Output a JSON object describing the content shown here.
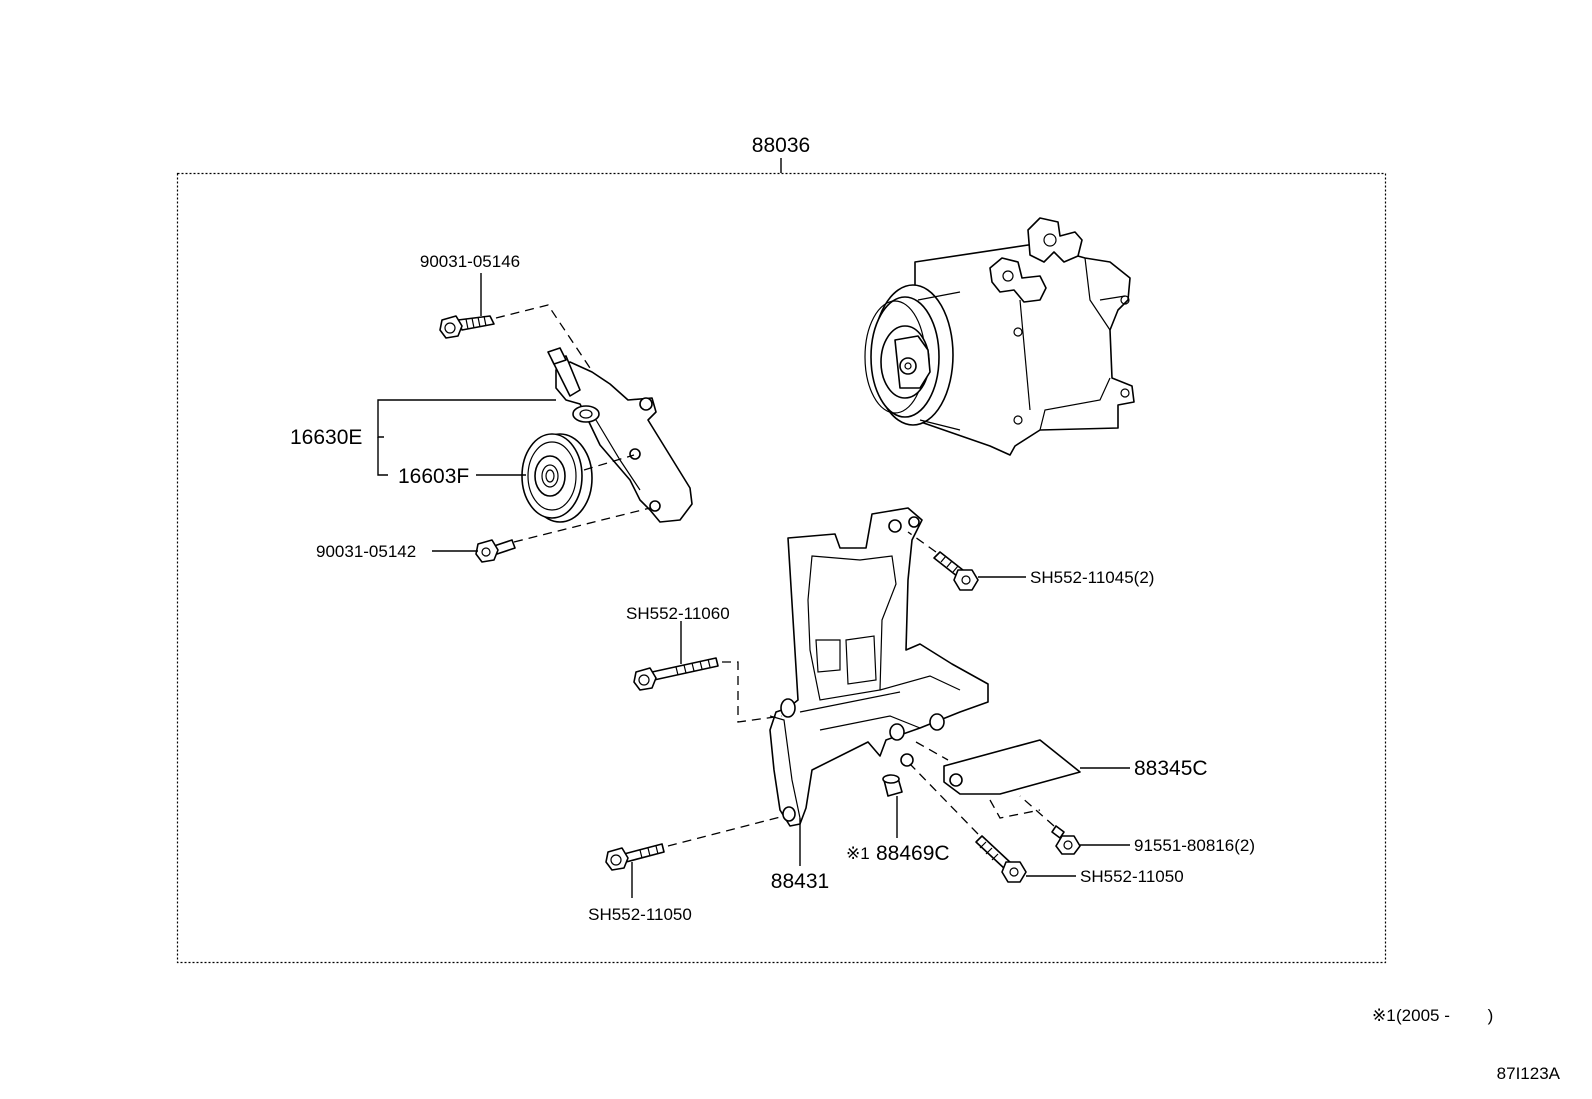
{
  "diagram": {
    "kit_part_number": "88036",
    "labels": {
      "bolt_top": "90031-05146",
      "idler_bracket": "16630E",
      "idler_pulley": "16603F",
      "bolt_pulley": "90031-05142",
      "bracket_bolt_upper": "SH552-11045(2)",
      "bolt_long_left": "SH552-11060",
      "spacer_plate": "88345C",
      "nut_right": "91551-80816(2)",
      "bolt_right_lower": "SH552-11050",
      "collar_note": "※1",
      "collar": "88469C",
      "bracket": "88431",
      "bolt_left_lower": "SH552-11050"
    },
    "footnote": {
      "marker": "※1",
      "text": "(2005 -        )"
    },
    "illustration_code": "87I123A"
  }
}
